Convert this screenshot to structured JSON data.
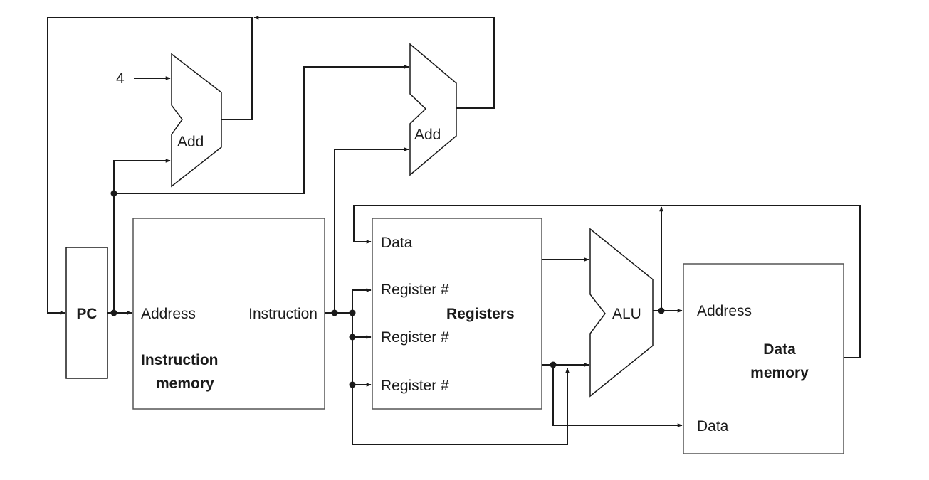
{
  "constant_input": "4",
  "pc": {
    "label": "PC"
  },
  "adders": {
    "pc_adder_label": "Add",
    "branch_adder_label": "Add"
  },
  "instruction_memory": {
    "address_label": "Address",
    "instruction_label": "Instruction",
    "title_line1": "Instruction",
    "title_line2": "memory"
  },
  "registers": {
    "title": "Registers",
    "data_label": "Data",
    "reg_labels": [
      "Register #",
      "Register #",
      "Register #"
    ]
  },
  "alu": {
    "label": "ALU"
  },
  "data_memory": {
    "address_label": "Address",
    "data_label": "Data",
    "title_line1": "Data",
    "title_line2": "memory"
  }
}
